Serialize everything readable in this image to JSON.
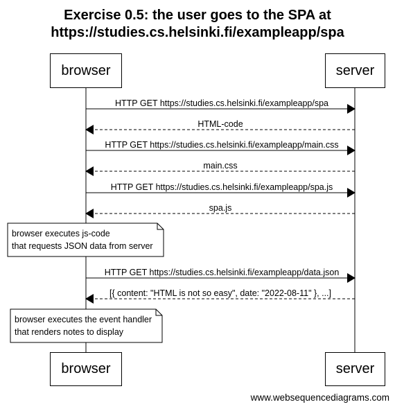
{
  "title": {
    "line1": "Exercise 0.5: the user goes to the SPA at",
    "line2": "https://studies.cs.helsinki.fi/exampleapp/spa"
  },
  "participants": {
    "left": "browser",
    "right": "server"
  },
  "messages": [
    {
      "text": "HTTP GET https://studies.cs.helsinki.fi/exampleapp/spa",
      "direction": "to-server",
      "style": "solid"
    },
    {
      "text": "HTML-code",
      "direction": "to-browser",
      "style": "dashed"
    },
    {
      "text": "HTTP GET https://studies.cs.helsinki.fi/exampleapp/main.css",
      "direction": "to-server",
      "style": "solid"
    },
    {
      "text": "main.css",
      "direction": "to-browser",
      "style": "dashed"
    },
    {
      "text": "HTTP GET https://studies.cs.helsinki.fi/exampleapp/spa.js",
      "direction": "to-server",
      "style": "solid"
    },
    {
      "text": "spa.js",
      "direction": "to-browser",
      "style": "dashed"
    },
    {
      "text": "HTTP GET https://studies.cs.helsinki.fi/exampleapp/data.json",
      "direction": "to-server",
      "style": "solid"
    },
    {
      "text": "[{ content: \"HTML is not so easy\", date: \"2022-08-11\" }, ...]",
      "direction": "to-browser",
      "style": "dashed"
    }
  ],
  "notes": [
    {
      "line1": "browser executes js-code",
      "line2": "that requests JSON data from server"
    },
    {
      "line1": "browser executes the event handler",
      "line2": "that renders notes to display"
    }
  ],
  "footer": "www.websequencediagrams.com"
}
